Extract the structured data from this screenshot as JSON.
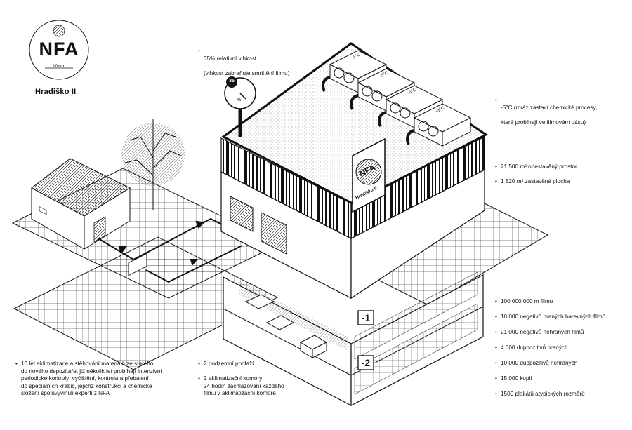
{
  "logo": {
    "text": "NFA",
    "scale": "10mm"
  },
  "site_name": "Hradiško II",
  "roof_sign": {
    "line1": "NFA",
    "line2": "Hradiško II"
  },
  "humidity": {
    "gauge_value": "35",
    "gauge_unit": "%",
    "line1": "35% relativní vlhkost",
    "line2": "(vlhkost zabraňuje smrštění filmu)"
  },
  "cooling_unit_label": "-5°C",
  "temperature_note": {
    "line1": "-5°C (mráz zastaví chemické procesy,",
    "line2": "která probíhají ve filmovém pásu)"
  },
  "area_stats": [
    "21 500 m² obestavěný prostor",
    "1 820 m² zastavěná plocha"
  ],
  "floors": [
    "-1",
    "-2"
  ],
  "collection_stats": [
    "100 000 000 m filmu",
    "10 000 negativů hraných barevných filmů",
    "21 000 negativů nehraných filmů",
    "4 000 duppozitivů hraných",
    "10 000 duppozitivů nehraných",
    "15 000 kopií",
    "1500 plakátů atypických rozměrů"
  ],
  "history_note": "10 let aklimatizace a stěhování materiálů ze starého\ndo nového depozitáře, již několik let probíhají intenzivní\nperiodické kontroly: vyčištění, kontrola a přebalení\ndo speciálních krabic, jejichž konstrukci a chemické\nsložení spoluvyvinuli experti z NFA",
  "basement_note": "2 podzemní podlaží",
  "chamber_note": "2 aklimatizační komory\n24 hodin zachlazování každého\nfilmu v aklimatizační komoře"
}
